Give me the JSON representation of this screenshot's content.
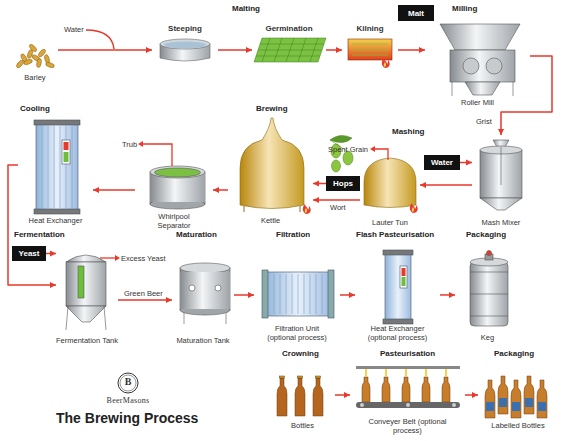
{
  "diagram": {
    "title": "The Brewing Process",
    "nodes": [
      {
        "text": [
          "Barley"
        ]
      },
      {
        "text": [
          "Steeping"
        ]
      },
      {
        "text": [
          "Germination"
        ]
      },
      {
        "text": [
          "Kilning"
        ]
      },
      {
        "text": [
          "Roller Mill"
        ]
      },
      {
        "text": [
          "Mash Mixer"
        ]
      },
      {
        "text": [
          "Lauter Tun"
        ]
      },
      {
        "text": [
          "Kettle"
        ]
      },
      {
        "text": [
          "Whirlpool Separator"
        ]
      },
      {
        "text": [
          "Heat Exchanger"
        ]
      },
      {
        "text": [
          "Fermentation Tank"
        ]
      },
      {
        "text": [
          "Maturation Tank"
        ]
      },
      {
        "text": [
          "Filtration Unit (optional process)"
        ]
      },
      {
        "text": [
          "Heat Exchanger (optional process)"
        ]
      },
      {
        "text": [
          "Keg"
        ]
      },
      {
        "text": [
          "Bottles"
        ]
      },
      {
        "text": [
          "Conveyer Belt (optional process)"
        ]
      },
      {
        "text": [
          "Labelled Bottles"
        ]
      },
      {
        "text": [
          "Malt"
        ]
      },
      {
        "text": [
          "Water"
        ]
      },
      {
        "text": [
          "Hops"
        ]
      },
      {
        "text": [
          "Yeast"
        ]
      }
    ],
    "edges": [
      {
        "from": 0,
        "to": 1,
        "label": "Water",
        "arrow": "to"
      },
      {
        "from": 1,
        "to": 2,
        "arrow": "to"
      },
      {
        "from": 2,
        "to": 3,
        "arrow": "to"
      },
      {
        "from": 3,
        "to": 4,
        "arrow": "to"
      },
      {
        "from": 4,
        "to": 5,
        "label": "Grist",
        "arrow": "to"
      },
      {
        "from": 19,
        "to": 5,
        "arrow": "to"
      },
      {
        "from": 5,
        "to": 6,
        "arrow": "to"
      },
      {
        "from": 6,
        "to": 7,
        "label": "Wort",
        "arrow": "to"
      },
      {
        "from": 20,
        "to": 7,
        "arrow": "to"
      },
      {
        "from": 7,
        "to": 8,
        "arrow": "to"
      },
      {
        "from": 8,
        "to": 9,
        "arrow": "to"
      },
      {
        "from": 9,
        "to": 10,
        "arrow": "to"
      },
      {
        "from": 21,
        "to": 10,
        "arrow": "to"
      },
      {
        "from": 10,
        "to": 11,
        "label": "Green Beer",
        "arrow": "to"
      },
      {
        "from": 11,
        "to": 12,
        "arrow": "to"
      },
      {
        "from": 12,
        "to": 13,
        "arrow": "to"
      },
      {
        "from": 13,
        "to": 14,
        "arrow": "to"
      },
      {
        "from": 15,
        "to": 16,
        "arrow": "to"
      },
      {
        "from": 16,
        "to": 17,
        "arrow": "to"
      }
    ],
    "labels": [
      "Malting",
      "Milling",
      "Mashing",
      "Brewing",
      "Cooling",
      "Trub",
      "Spent Grain",
      "Fermentation",
      "Excess Yeast",
      "Maturation",
      "Filtration",
      "Flash Pasteurisation",
      "Packaging",
      "Crowning",
      "Pasteurisation",
      "Packaging",
      "B",
      "BeerMasons"
    ]
  }
}
